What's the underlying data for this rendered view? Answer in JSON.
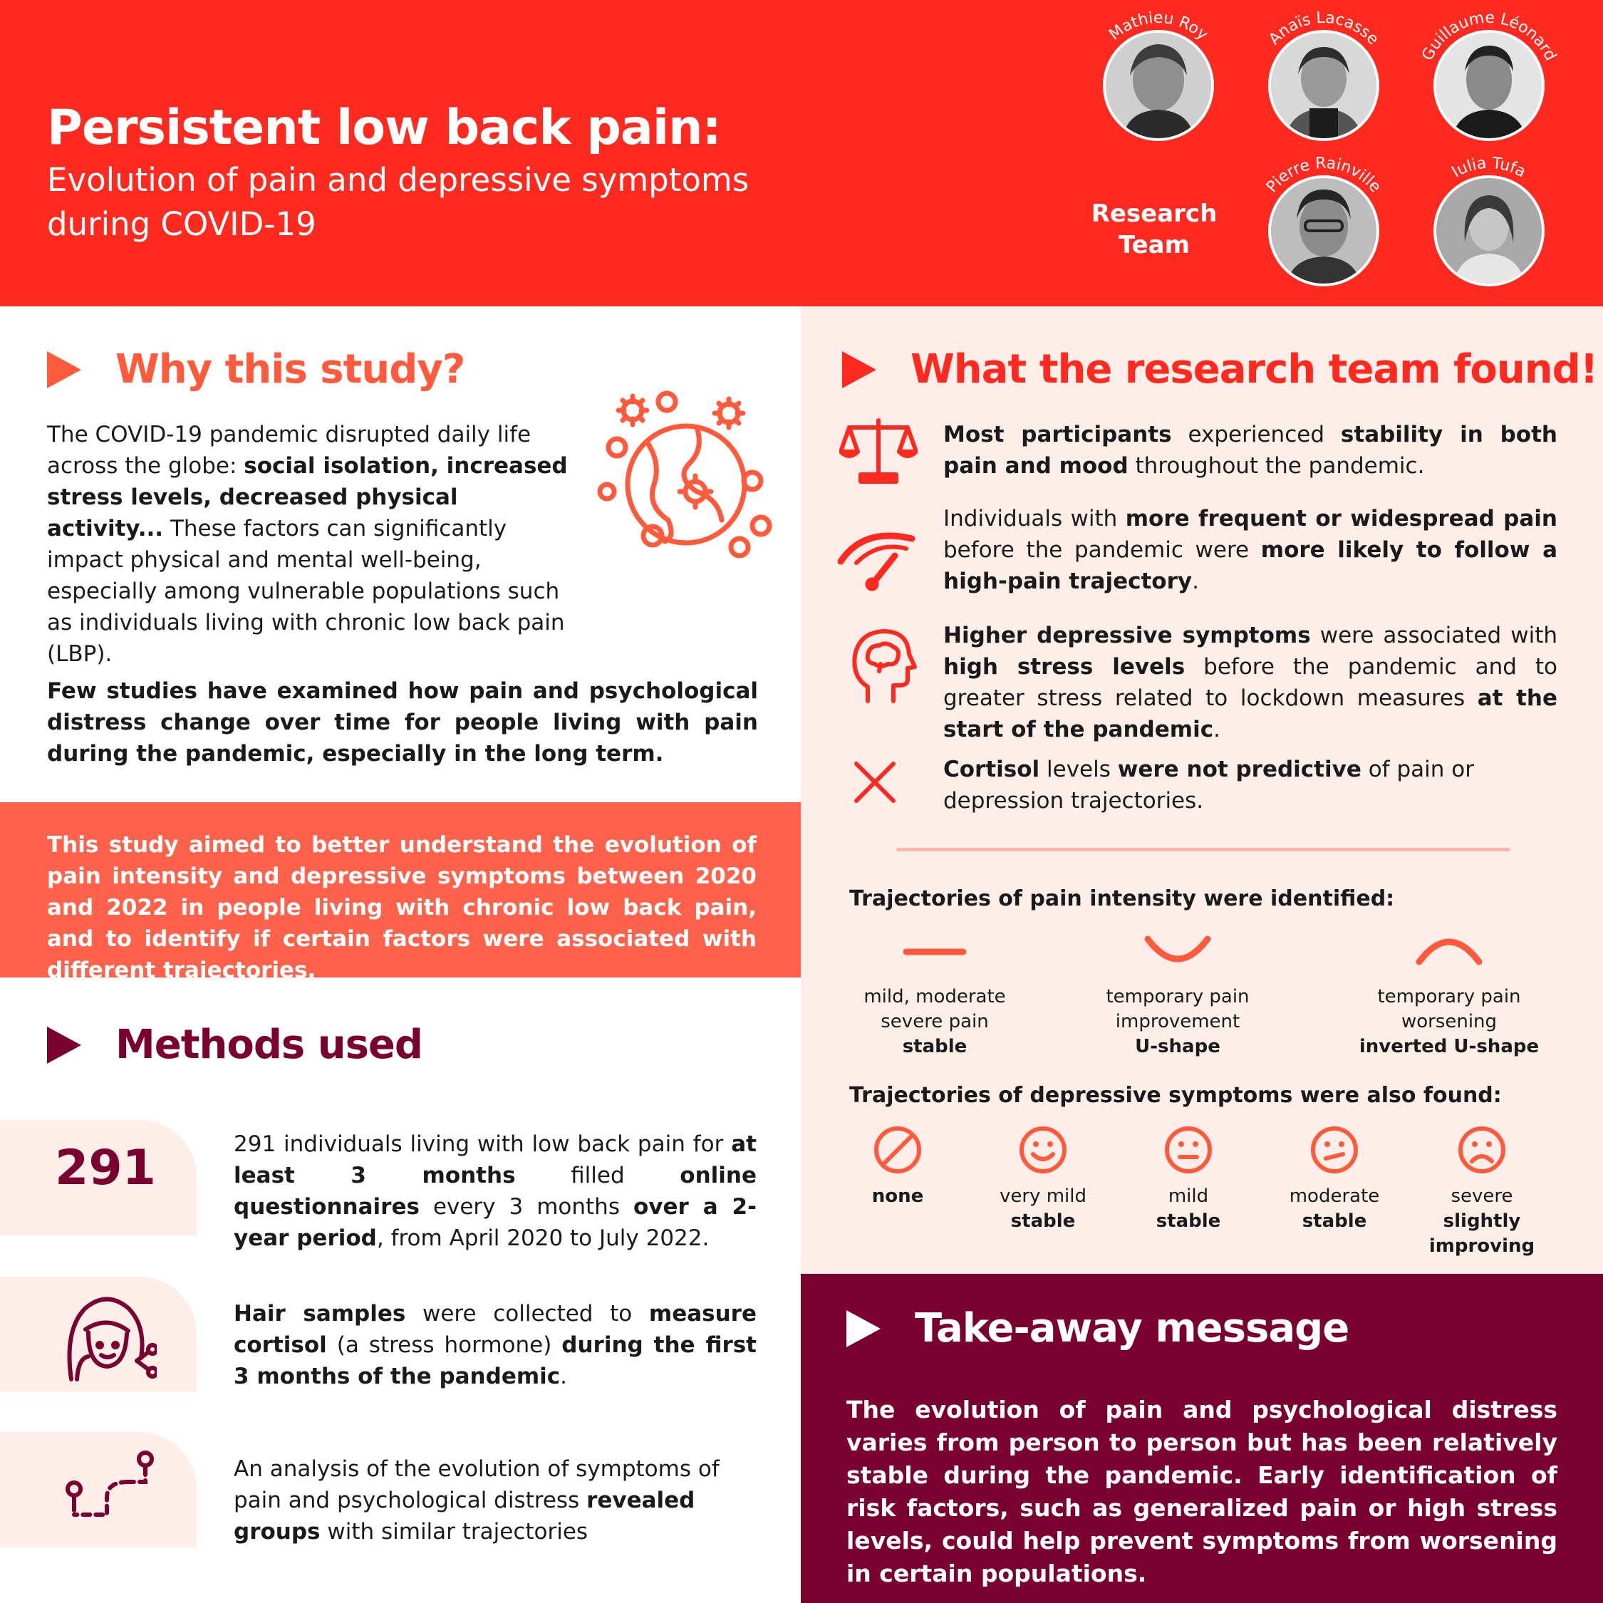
{
  "header": {
    "title": "Persistent low back pain:",
    "subtitle": "Evolution of pain and depressive symptoms during COVID-19",
    "team_label_line1": "Research",
    "team_label_line2": "Team",
    "members": [
      {
        "name": "Mathieu Roy"
      },
      {
        "name": "Anaïs Lacasse"
      },
      {
        "name": "Guillaume Léonard"
      },
      {
        "name": "Pierre Rainville"
      },
      {
        "name": "Iulia Tufa"
      }
    ]
  },
  "why": {
    "title": "Why this study?",
    "p1_a": "The COVID-19 pandemic disrupted daily life across the globe: ",
    "p1_b": "social isolation, increased stress levels, decreased physical activity...",
    "p1_c": " These factors can significantly impact physical and mental well-being, especially among vulnerable populations such as individuals living with chronic low back pain (LBP).",
    "p2": "Few studies have examined how pain and psychological distress change over time for people living with pain during the pandemic, especially in the long term.",
    "aim": "This study aimed to better understand the evolution of pain intensity and depressive symptoms between 2020 and 2022 in people living with chronic low back pain, and to identify if certain factors were associated with different trajectories."
  },
  "methods": {
    "title": "Methods used",
    "number": "291",
    "m1": [
      "291 individuals living with low back pain for ",
      "at least 3 months",
      " filled ",
      "online questionnaires",
      " every 3 months ",
      "over a 2-year period",
      ", from April 2020 to July 2022."
    ],
    "m2": [
      "Hair samples",
      " were collected to ",
      "measure cortisol",
      " (a stress hormone) ",
      "during the first 3 months of the pandemic",
      "."
    ],
    "m3": [
      "An analysis of the evolution of symptoms of pain and psychological distress ",
      "revealed groups",
      " with similar trajectories"
    ]
  },
  "findings": {
    "title": "What the research team found!",
    "f1": [
      "Most participants",
      " experienced ",
      "stability in both pain and mood",
      " throughout the pandemic."
    ],
    "f2": [
      "Individuals with ",
      "more frequent or widespread pain",
      " before the pandemic were ",
      "more likely to follow a high-pain trajectory",
      "."
    ],
    "f3": [
      "Higher depressive symptoms",
      " were associated with ",
      "high stress levels",
      " before the pandemic and to greater stress related to lockdown measures ",
      "at the start of the pandemic",
      "."
    ],
    "f4": [
      "Cortisol",
      " levels ",
      "were not predictive",
      " of pain or depression trajectories."
    ]
  },
  "pain_trajectories": {
    "heading": "Trajectories of pain intensity were identified:",
    "items": [
      {
        "line1": "mild, moderate",
        "line2": "severe pain",
        "bold": "stable"
      },
      {
        "line1": "temporary pain",
        "line2": "improvement",
        "bold": "U-shape"
      },
      {
        "line1": "temporary pain",
        "line2": "worsening",
        "bold": "inverted U-shape"
      }
    ]
  },
  "depressive_trajectories": {
    "heading": "Trajectories of depressive symptoms were also found:",
    "items": [
      {
        "label": "",
        "bold": "none"
      },
      {
        "label": "very mild",
        "bold": "stable"
      },
      {
        "label": "mild",
        "bold": "stable"
      },
      {
        "label": "moderate",
        "bold": "stable"
      },
      {
        "label": "severe",
        "bold": "slightly improving"
      }
    ]
  },
  "takeaway": {
    "title": "Take-away message",
    "text": "The evolution of pain and psychological distress varies from person to person but has been relatively stable during the pandemic. Early identification of risk factors, such as generalized pain or high stress levels, could help prevent symptoms from worsening in certain populations."
  },
  "colors": {
    "header_red": "#ff2a1f",
    "coral": "#ff5a3c",
    "aim_box": "#ff624a",
    "maroon": "#7a0030",
    "light_pink": "#fdeee9"
  },
  "icons": [
    "globe-virus-icon",
    "hair-scissors-icon",
    "path-icon",
    "scale-icon",
    "gauge-icon",
    "head-brain-icon",
    "x-icon",
    "face-none-icon",
    "face-very-mild-icon",
    "face-mild-icon",
    "face-moderate-icon",
    "face-severe-icon"
  ]
}
